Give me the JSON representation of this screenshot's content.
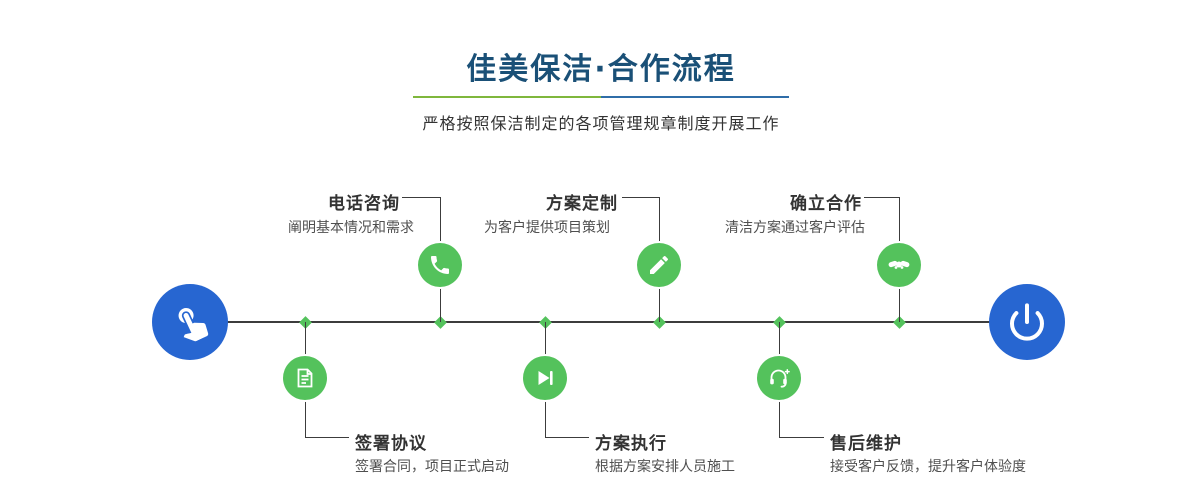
{
  "header": {
    "title": "佳美保洁·合作流程",
    "subtitle": "严格按照保洁制定的各项管理规章制度开展工作"
  },
  "steps": {
    "top": [
      {
        "title": "电话咨询",
        "desc": "阐明基本情况和需求",
        "icon": "phone-icon"
      },
      {
        "title": "方案定制",
        "desc": "为客户提供项目策划",
        "icon": "pencil-icon"
      },
      {
        "title": "确立合作",
        "desc": "清洁方案通过客户评估",
        "icon": "handshake-icon"
      }
    ],
    "bottom": [
      {
        "title": "签署协议",
        "desc": "签署合同，项目正式启动",
        "icon": "contract-icon"
      },
      {
        "title": "方案执行",
        "desc": "根据方案安排人员施工",
        "icon": "play-next-icon"
      },
      {
        "title": "售后维护",
        "desc": "接受客户反馈，提升客户体验度",
        "icon": "headset-icon"
      }
    ]
  },
  "endpoints": {
    "start_icon": "pointer-hand-icon",
    "end_icon": "power-icon"
  },
  "colors": {
    "title_navy": "#1a5077",
    "accent_green": "#54c25c",
    "accent_blue": "#2766d1",
    "line": "#3c3c3c"
  }
}
